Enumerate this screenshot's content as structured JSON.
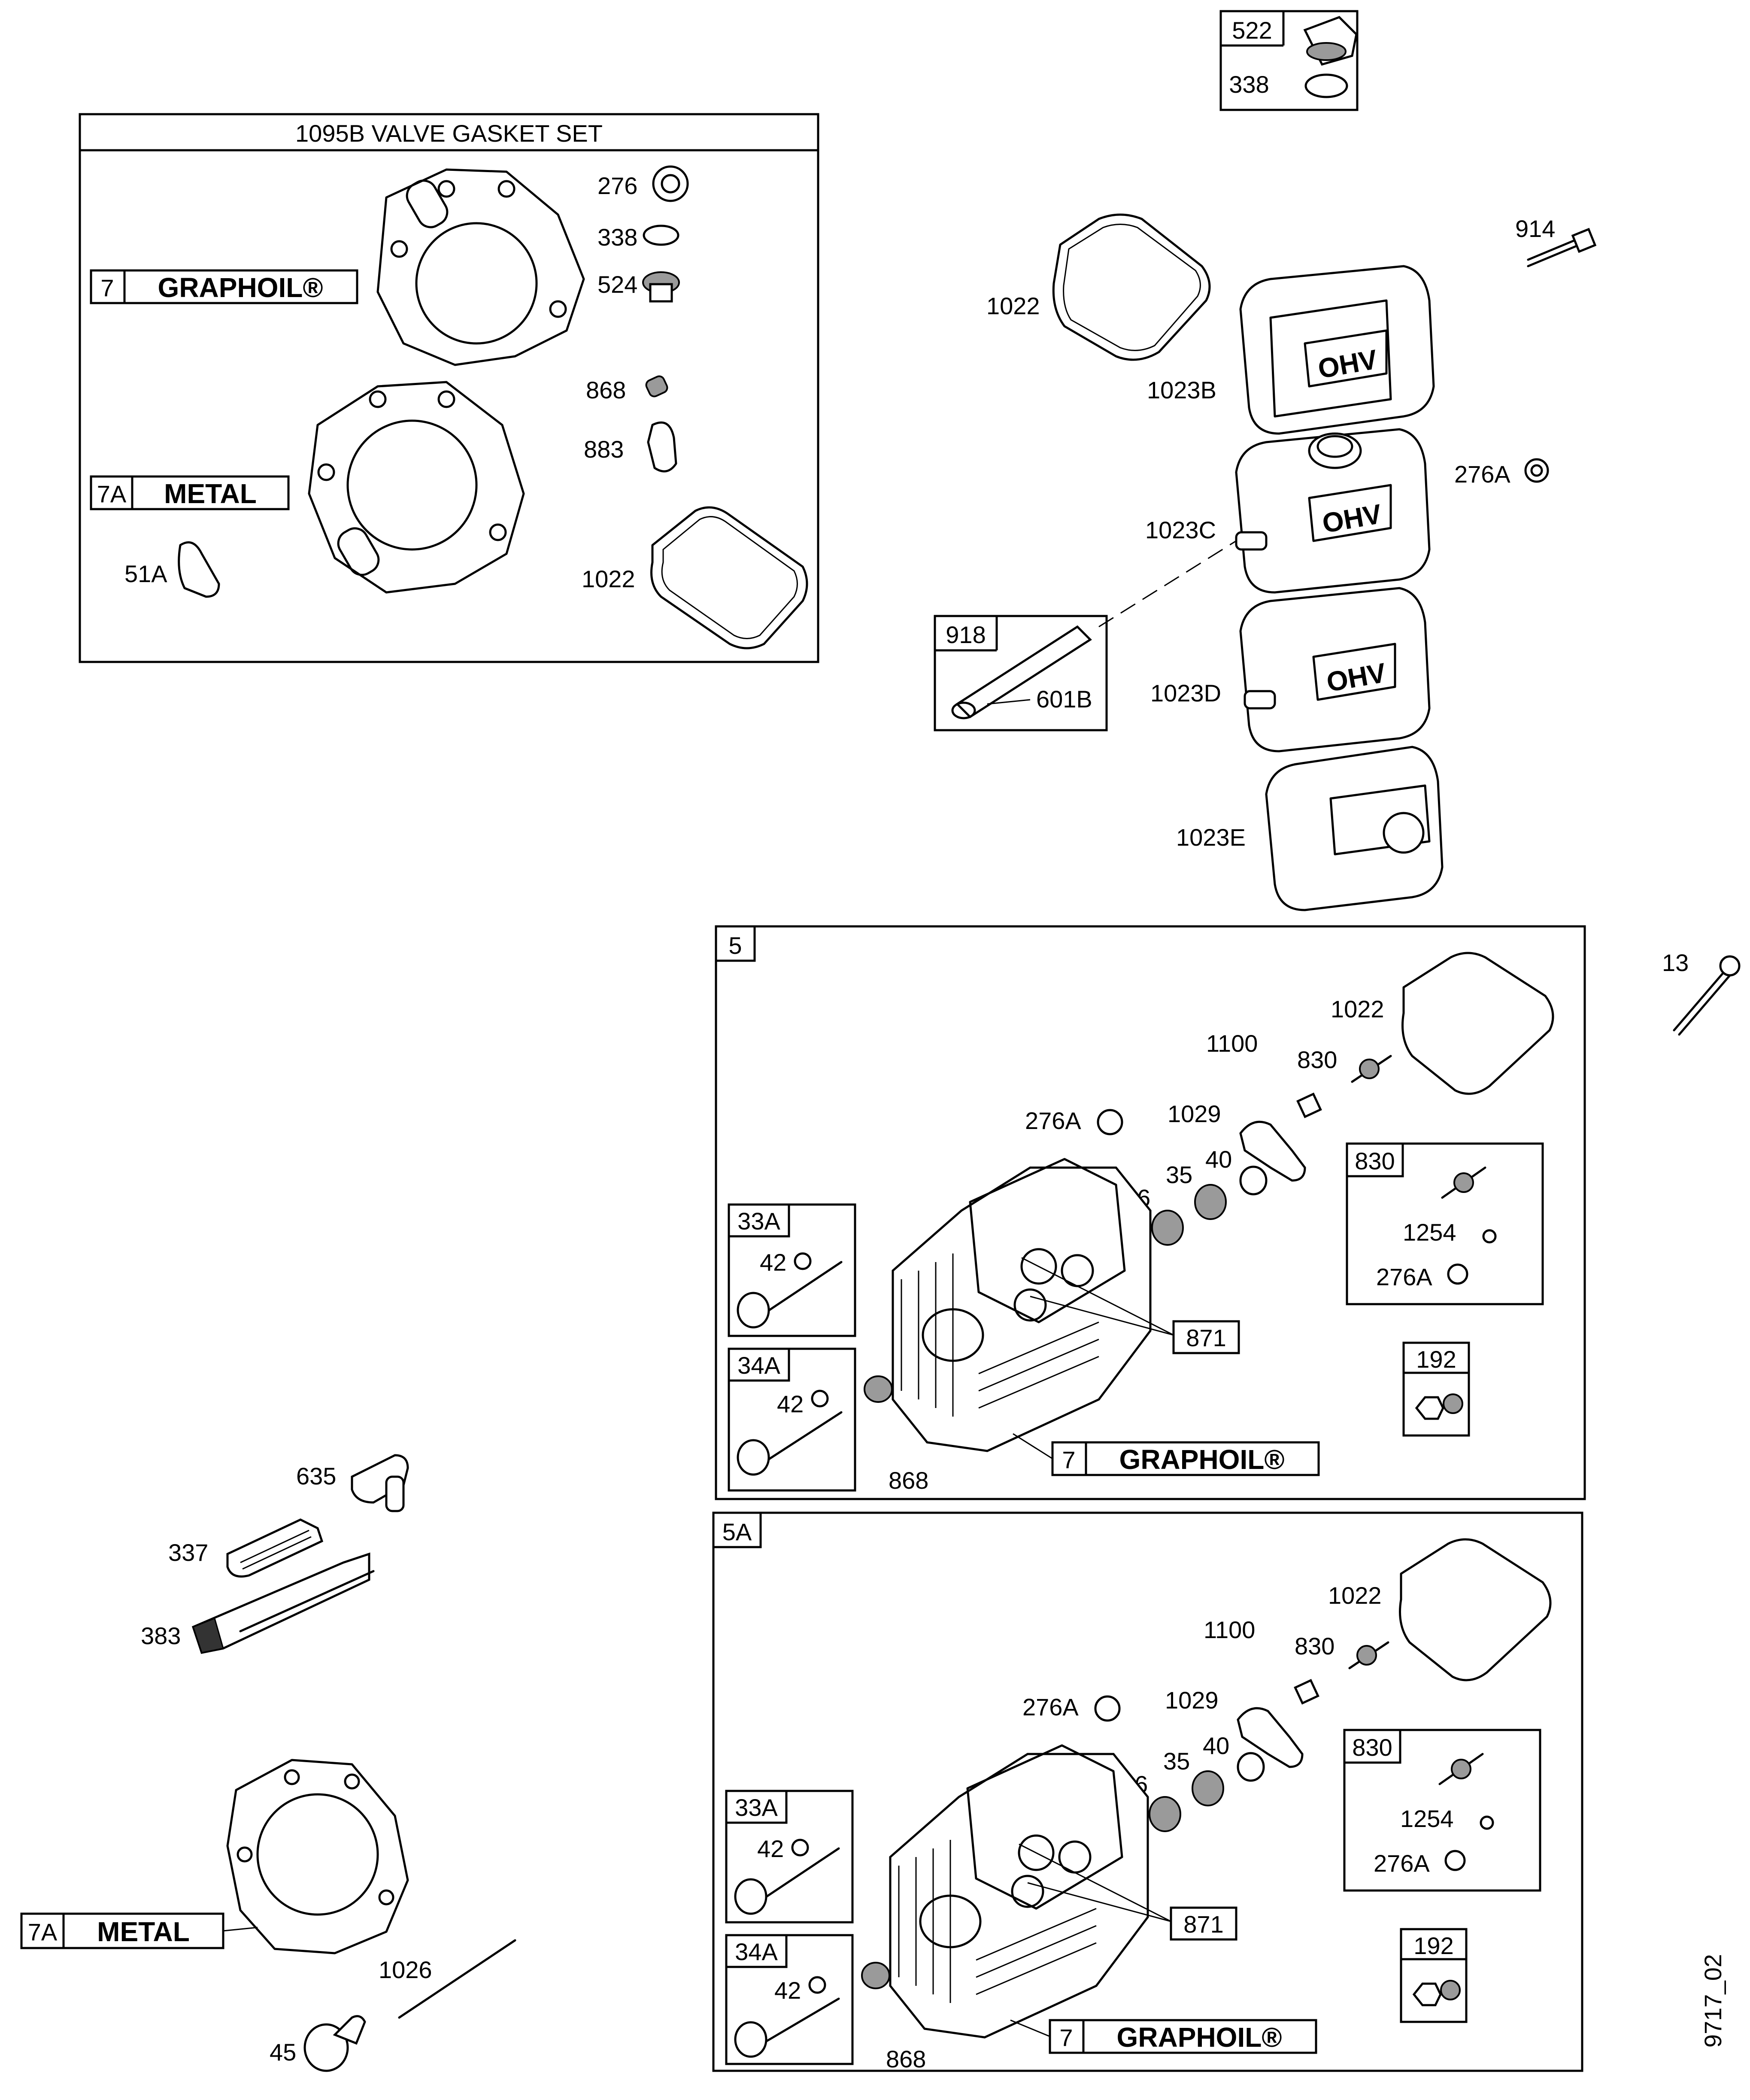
{
  "gasket_set": {
    "title": "1095B VALVE GASKET SET",
    "graphoil_num": "7",
    "graphoil_text": "GRAPHOIL®",
    "metal_num": "7A",
    "metal_text": "METAL",
    "parts": [
      "276",
      "338",
      "524",
      "868",
      "883",
      "1022",
      "51A"
    ]
  },
  "top_box": {
    "num": "522",
    "part": "338"
  },
  "covers": {
    "gasket": "1022",
    "bolt": "914",
    "cover_b": "1023B",
    "cover_c": "1023C",
    "cover_d": "1023D",
    "cover_e": "1023E",
    "nut": "276A",
    "breather_box": "918",
    "breather_part": "601B",
    "ohv_text": "OHV"
  },
  "assembly_5": {
    "title": "5",
    "gasket": "1022",
    "p1100": "1100",
    "p830": "830",
    "p1029": "1029",
    "p276a": "276A",
    "p35": "35",
    "p40": "40",
    "p36": "36",
    "box830": {
      "num": "830",
      "p1254": "1254",
      "p276a": "276A"
    },
    "box33a": {
      "num": "33A",
      "p42": "42"
    },
    "box34a": {
      "num": "34A",
      "p42": "42"
    },
    "p871": "871",
    "box192": "192",
    "p868": "868",
    "graphoil_num": "7",
    "graphoil_text": "GRAPHOIL®"
  },
  "assembly_5a": {
    "title": "5A",
    "gasket": "1022",
    "p1100": "1100",
    "p830": "830",
    "p1029": "1029",
    "p276a": "276A",
    "p35": "35",
    "p40": "40",
    "p36": "36",
    "box830": {
      "num": "830",
      "p1254": "1254",
      "p276a": "276A"
    },
    "box33a": {
      "num": "33A",
      "p42": "42"
    },
    "box34a": {
      "num": "34A",
      "p42": "42"
    },
    "p871": "871",
    "box192": "192",
    "p868": "868",
    "graphoil_num": "7",
    "graphoil_text": "GRAPHOIL®"
  },
  "bolt_13": "13",
  "ignition": {
    "p635": "635",
    "p337": "337",
    "p383": "383"
  },
  "lower_left": {
    "metal_num": "7A",
    "metal_text": "METAL",
    "p1026": "1026",
    "p45": "45"
  },
  "figure_id": "9717_02"
}
